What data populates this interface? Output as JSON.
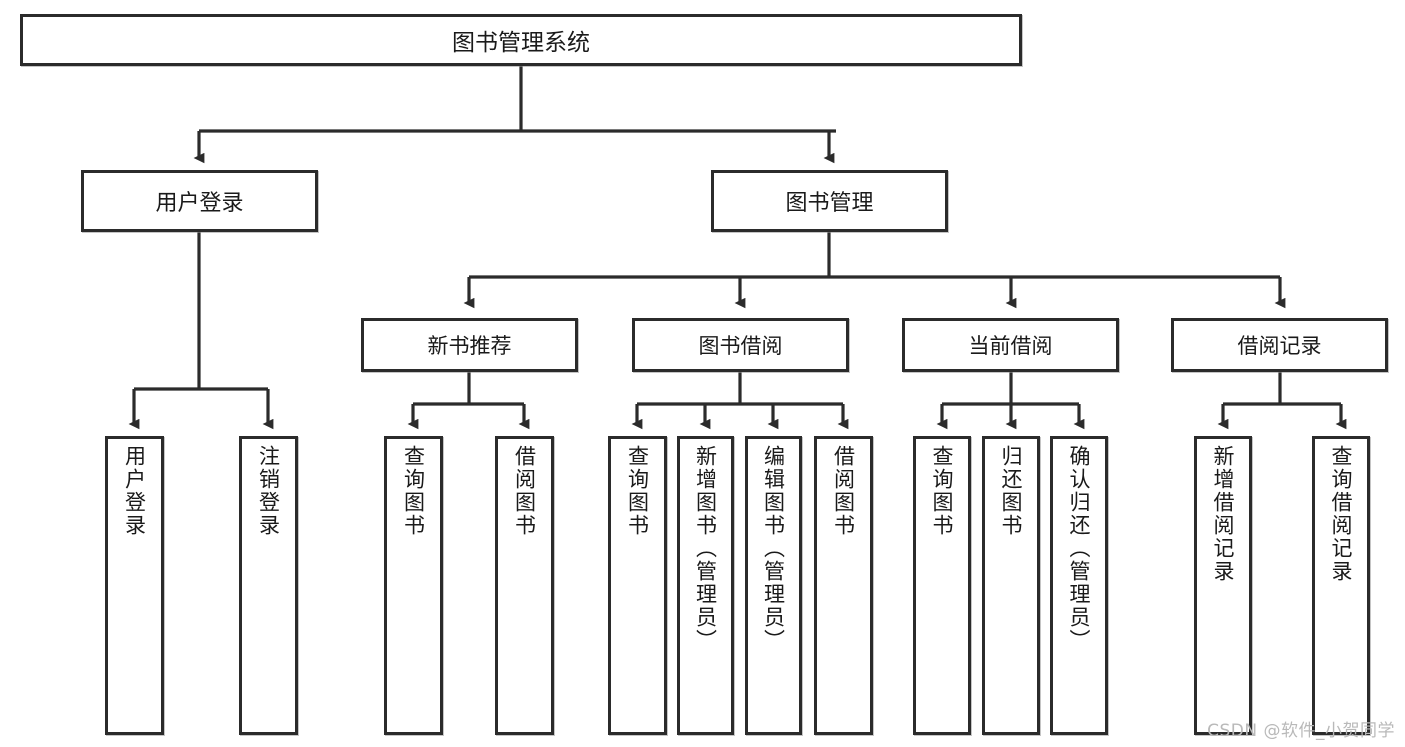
{
  "diagram": {
    "title": "图书管理系统",
    "watermark": "CSDN @软件_小贺同学",
    "root": {
      "label": "图书管理系统"
    },
    "level1": [
      {
        "label": "用户登录"
      },
      {
        "label": "图书管理"
      }
    ],
    "level2": [
      {
        "label": "新书推荐"
      },
      {
        "label": "图书借阅"
      },
      {
        "label": "当前借阅"
      },
      {
        "label": "借阅记录"
      }
    ],
    "leaves": [
      {
        "label": "用户登录"
      },
      {
        "label": "注销登录"
      },
      {
        "label": "查询图书"
      },
      {
        "label": "借阅图书"
      },
      {
        "label": "查询图书"
      },
      {
        "label": "新增图书（管理员）"
      },
      {
        "label": "编辑图书（管理员）"
      },
      {
        "label": "借阅图书"
      },
      {
        "label": "查询图书"
      },
      {
        "label": "归还图书"
      },
      {
        "label": "确认归还（管理员）"
      },
      {
        "label": "新增借阅记录"
      },
      {
        "label": "查询借阅记录"
      }
    ],
    "colors": {
      "stroke": "#2b2b2b",
      "fill": "#ffffff",
      "text": "#1a1a1a",
      "watermark": "#b9b9b9"
    }
  }
}
